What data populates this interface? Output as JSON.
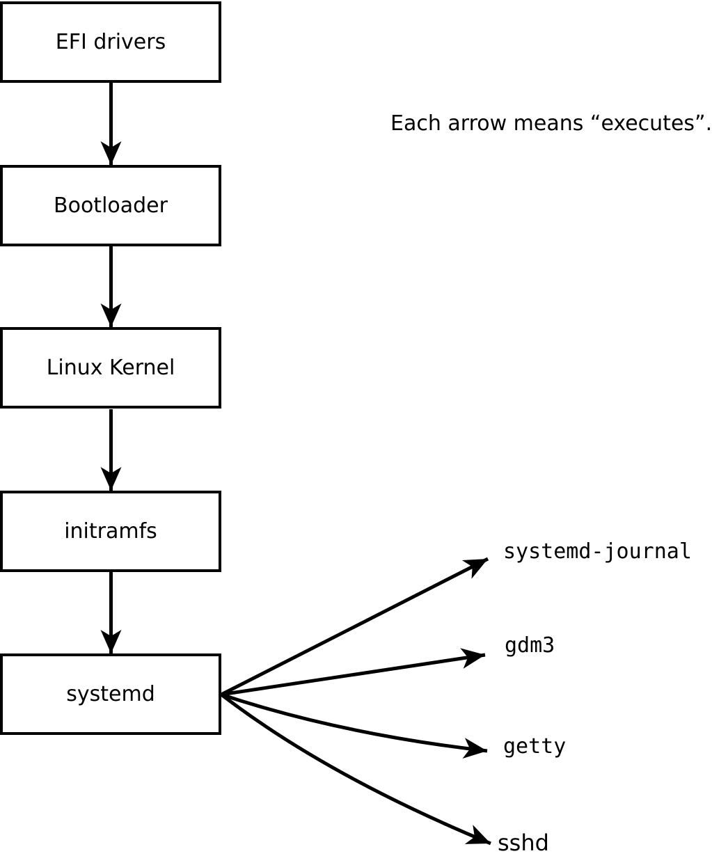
{
  "annotation": {
    "text": "Each arrow means “executes”."
  },
  "chain": [
    {
      "label": "EFI drivers"
    },
    {
      "label": "Bootloader"
    },
    {
      "label": "Linux Kernel"
    },
    {
      "label": "initramfs"
    },
    {
      "label": "systemd"
    }
  ],
  "targets": [
    {
      "label": "systemd-journal"
    },
    {
      "label": "gdm3"
    },
    {
      "label": "getty"
    },
    {
      "label": "sshd"
    }
  ],
  "edges": [
    {
      "from": "EFI drivers",
      "to": "Bootloader"
    },
    {
      "from": "Bootloader",
      "to": "Linux Kernel"
    },
    {
      "from": "Linux Kernel",
      "to": "initramfs"
    },
    {
      "from": "initramfs",
      "to": "systemd"
    },
    {
      "from": "systemd",
      "to": "systemd-journal"
    },
    {
      "from": "systemd",
      "to": "gdm3"
    },
    {
      "from": "systemd",
      "to": "getty"
    },
    {
      "from": "systemd",
      "to": "sshd"
    }
  ],
  "colors": {
    "foreground": "#000000",
    "background": "#ffffff"
  }
}
